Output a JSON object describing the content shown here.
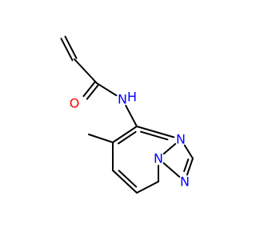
{
  "molecule": {
    "atoms": [
      {
        "id": "a0",
        "element": "C",
        "label": "",
        "color": "#000000"
      },
      {
        "id": "a1",
        "element": "C",
        "label": "",
        "color": "#000000"
      },
      {
        "id": "a2",
        "element": "C",
        "label": "",
        "color": "#000000"
      },
      {
        "id": "a3",
        "element": "O",
        "label": "O",
        "color": "#ff0000"
      },
      {
        "id": "a4",
        "element": "N",
        "label": "N",
        "color": "#0000ff"
      },
      {
        "id": "a4h",
        "element": "H",
        "label": "H",
        "color": "#0000ff"
      },
      {
        "id": "a5",
        "element": "C",
        "label": "",
        "color": "#000000"
      },
      {
        "id": "a6",
        "element": "C",
        "label": "",
        "color": "#000000"
      },
      {
        "id": "a7",
        "element": "C",
        "label": "",
        "color": "#000000"
      },
      {
        "id": "a8",
        "element": "C",
        "label": "",
        "color": "#000000"
      },
      {
        "id": "a9",
        "element": "C",
        "label": "",
        "color": "#000000"
      },
      {
        "id": "a10",
        "element": "N",
        "label": "N",
        "color": "#0000ff"
      },
      {
        "id": "a11",
        "element": "N",
        "label": "N",
        "color": "#0000ff"
      },
      {
        "id": "a12",
        "element": "C",
        "label": "",
        "color": "#000000"
      },
      {
        "id": "a13",
        "element": "N",
        "label": "N",
        "color": "#0000ff"
      },
      {
        "id": "a14",
        "element": "C",
        "label": "",
        "color": "#000000"
      }
    ],
    "bonds": [
      {
        "a": "a0",
        "b": "a1",
        "order": 2
      },
      {
        "a": "a1",
        "b": "a2",
        "order": 1
      },
      {
        "a": "a2",
        "b": "a3",
        "order": 2
      },
      {
        "a": "a2",
        "b": "a4",
        "order": 1
      },
      {
        "a": "a4",
        "b": "a5",
        "order": 1
      },
      {
        "a": "a5",
        "b": "a6",
        "order": 2
      },
      {
        "a": "a6",
        "b": "a14",
        "order": 1
      },
      {
        "a": "a6",
        "b": "a7",
        "order": 1
      },
      {
        "a": "a7",
        "b": "a8",
        "order": 2
      },
      {
        "a": "a8",
        "b": "a9",
        "order": 1
      },
      {
        "a": "a9",
        "b": "a10",
        "order": 1
      },
      {
        "a": "a10",
        "b": "a11",
        "order": 1
      },
      {
        "a": "a10",
        "b": "a13",
        "order": 1
      },
      {
        "a": "a11",
        "b": "a12",
        "order": 2
      },
      {
        "a": "a12",
        "b": "a13",
        "order": 1
      },
      {
        "a": "a13",
        "b": "a5",
        "order": 2
      }
    ]
  }
}
